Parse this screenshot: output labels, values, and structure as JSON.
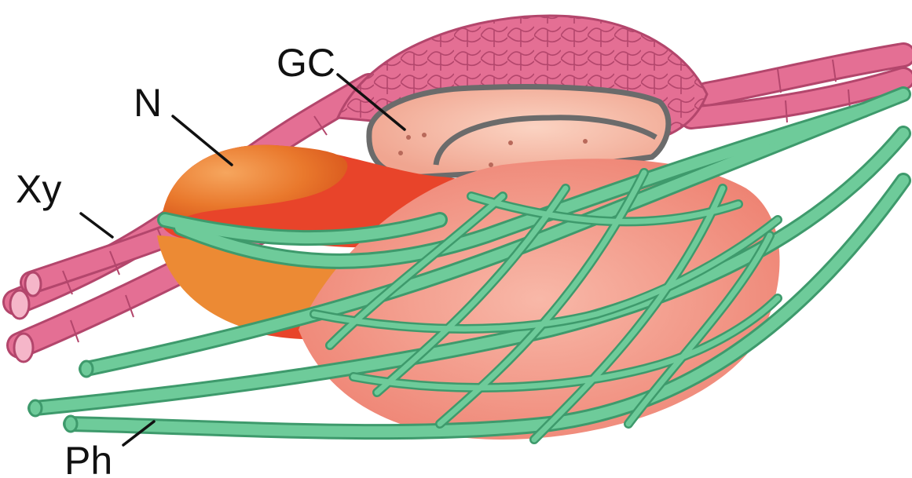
{
  "labels": {
    "gc": "GC",
    "n": "N",
    "xy": "Xy",
    "ph": "Ph"
  },
  "colors": {
    "xylem_fill": "#e46f94",
    "xylem_stroke": "#b3466c",
    "phloem_fill": "#6ecb9a",
    "phloem_stroke": "#3e9a6c",
    "giant_cell_fill": "#f6b8a0",
    "giant_cell_outline": "#6b6b6b",
    "nematode_dark": "#e07a2c",
    "nematode_light": "#f0a258",
    "nematode_red": "#e8442a",
    "cluster_fill": "#f39b8c",
    "background": "#ffffff"
  }
}
